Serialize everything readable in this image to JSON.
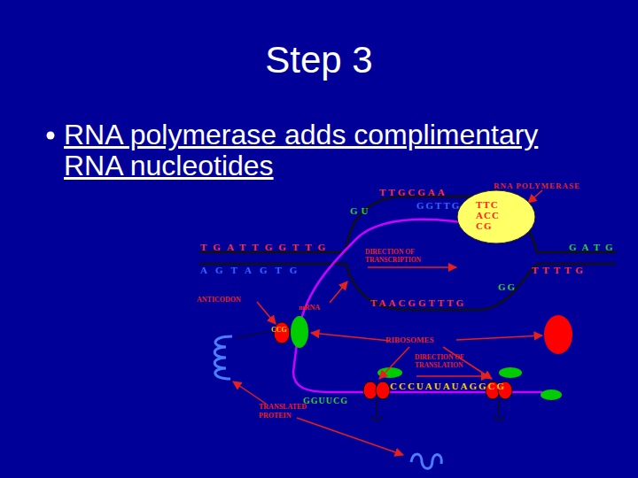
{
  "diagram": {
    "title": "Step 3",
    "nodes": [
      {
        "text": [
          "RNA POLYMERASE",
          "TTC ACC CG"
        ]
      }
    ],
    "labels": [
      "RNA polymerase adds complimentary RNA nucleotides",
      "DIRECTION OF TRANSCRIPTION",
      "ANTICODON",
      "mRNA",
      "RIBOSOMES",
      "DIRECTION OF TRANSLATION",
      "TRANSLATED PROTEIN",
      "TTGCGAA",
      "GU",
      "GGTTG",
      "TGATTGGTTG",
      "AGTAGTG",
      "GATG",
      "TTTTG",
      "GG",
      "TAACGGTTTG",
      "CCCUAUAUAGGCG",
      "GGUUCG",
      "CCG"
    ]
  }
}
